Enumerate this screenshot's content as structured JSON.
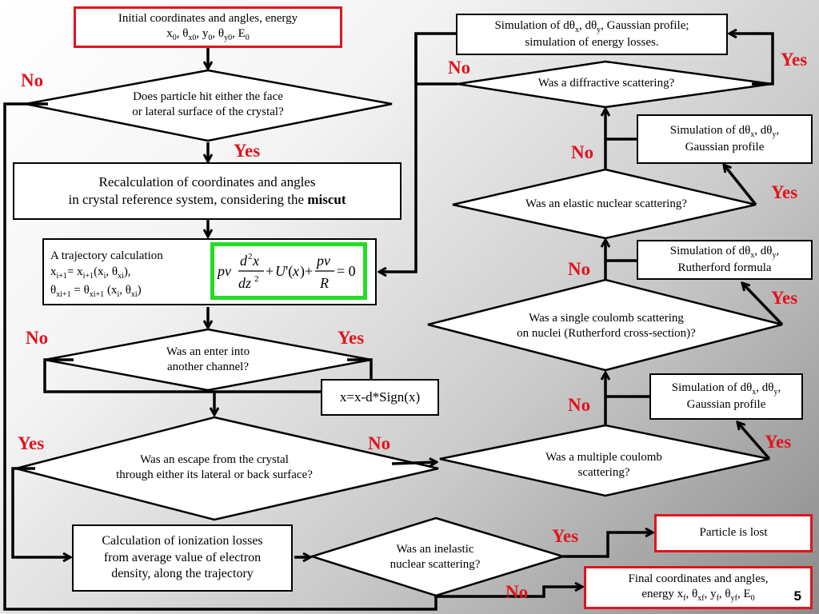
{
  "boxes": {
    "initial": {
      "line1": "Initial coordinates and angles, energy",
      "line2": "x0, θx0, y0, θy0, E0"
    },
    "recalc": {
      "line1": "Recalculation of coordinates and angles",
      "line2": "in crystal reference system, considering the",
      "line2_bold": "miscut"
    },
    "trajectory": {
      "line1": "A trajectory calculation",
      "line2": "xi+1= xi+1(xi, θxi),",
      "line3": "θxi+1 = θxi+1 (xi, θxi)",
      "formula": "pv d²x/dz² + U'(x) + pv/R = 0"
    },
    "shift": {
      "text": "x=x-d*Sign(x)"
    },
    "ionization": {
      "line1": "Calculation of ionization losses",
      "line2": "from average value of electron",
      "line3": "density, along the trajectory"
    },
    "sim_diffractive": {
      "line1": "Simulation of dθx, dθy, Gaussian profile;",
      "line2": "simulation of energy losses."
    },
    "sim_elastic": {
      "line1": "Simulation of dθx, dθy,",
      "line2": "Gaussian profile"
    },
    "sim_single": {
      "line1": "Simulation of dθx, dθy,",
      "line2": "Rutherford formula"
    },
    "sim_multiple": {
      "line1": "Simulation of dθx, dθy,",
      "line2": "Gaussian profile"
    },
    "lost": {
      "text": "Particle is lost"
    },
    "final": {
      "line1": "Final coordinates and angles,",
      "line2": "energy xf, θxf, yf, θyf, E0"
    }
  },
  "decisions": {
    "hit": {
      "line1": "Does particle hit either the face",
      "line2": "or lateral surface of the crystal?"
    },
    "channel": {
      "line1": "Was an enter into",
      "line2": "another channel?"
    },
    "escape": {
      "line1": "Was an escape from the crystal",
      "line2": "through either its lateral or back surface?"
    },
    "inelastic": {
      "line1": "Was an inelastic",
      "line2": "nuclear scattering?"
    },
    "diffractive": {
      "line1": "Was a diffractive scattering?"
    },
    "elastic": {
      "line1": "Was an elastic nuclear scattering?"
    },
    "single": {
      "line1": "Was a single coulomb scattering",
      "line2": "on nuclei (Rutherford cross-section)?"
    },
    "multiple": {
      "line1": "Was a multiple coulomb",
      "line2": "scattering?"
    }
  },
  "labels": {
    "yes": "Yes",
    "no": "No"
  },
  "page_number": "5",
  "colors": {
    "red": "#e0141e",
    "green": "#22dd22",
    "line": "#000000"
  }
}
